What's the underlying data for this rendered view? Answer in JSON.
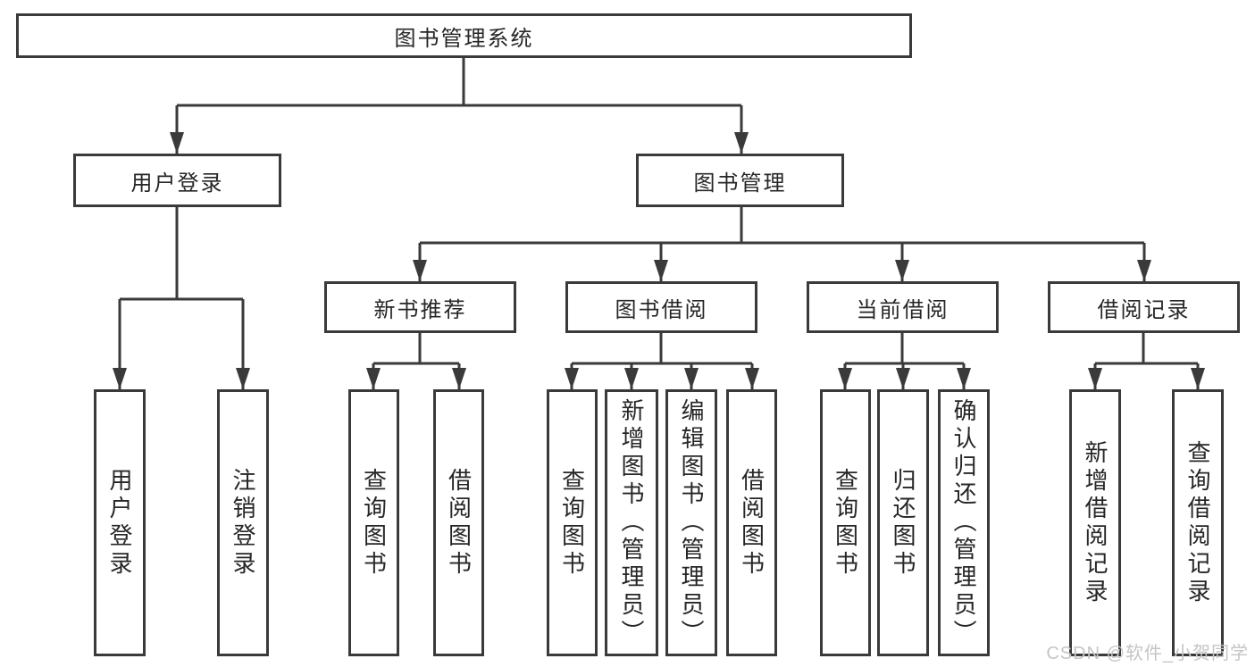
{
  "nodes": {
    "root": {
      "label": "图书管理系统"
    },
    "user_login": {
      "label": "用户登录"
    },
    "book_mgmt": {
      "label": "图书管理"
    },
    "user_login_leaf": {
      "label": "用户登录"
    },
    "logout_leaf": {
      "label": "注销登录"
    },
    "new_book_rec": {
      "label": "新书推荐"
    },
    "book_borrow": {
      "label": "图书借阅"
    },
    "current_borrow": {
      "label": "当前借阅"
    },
    "borrow_record": {
      "label": "借阅记录"
    },
    "nbr_query_books": {
      "label": "查询图书"
    },
    "nbr_borrow_books": {
      "label": "借阅图书"
    },
    "bb_query_books": {
      "label": "查询图书"
    },
    "bb_add_books": {
      "label": "新增图书（管理员）"
    },
    "bb_edit_books": {
      "label": "编辑图书（管理员）"
    },
    "bb_borrow_books": {
      "label": "借阅图书"
    },
    "cb_query_books": {
      "label": "查询图书"
    },
    "cb_return_books": {
      "label": "归还图书"
    },
    "cb_confirm_return": {
      "label": "确认归还（管理员）"
    },
    "br_add_record": {
      "label": "新增借阅记录"
    },
    "br_query_record": {
      "label": "查询借阅记录"
    }
  },
  "tree": {
    "root": "图书管理系统",
    "children": [
      {
        "label": "用户登录",
        "children": [
          "用户登录",
          "注销登录"
        ]
      },
      {
        "label": "图书管理",
        "children": [
          {
            "label": "新书推荐",
            "children": [
              "查询图书",
              "借阅图书"
            ]
          },
          {
            "label": "图书借阅",
            "children": [
              "查询图书",
              "新增图书（管理员）",
              "编辑图书（管理员）",
              "借阅图书"
            ]
          },
          {
            "label": "当前借阅",
            "children": [
              "查询图书",
              "归还图书",
              "确认归还（管理员）"
            ]
          },
          {
            "label": "借阅记录",
            "children": [
              "新增借阅记录",
              "查询借阅记录"
            ]
          }
        ]
      }
    ]
  },
  "watermark": {
    "text": "CSDN @软件_小贺同学"
  },
  "colors": {
    "line": "#3a3a3a",
    "box_border": "#3a3a3a",
    "box_background": "#ffffff",
    "text": "#262626",
    "watermark_text": "#c5c5c5",
    "page_background": "#ffffff"
  }
}
